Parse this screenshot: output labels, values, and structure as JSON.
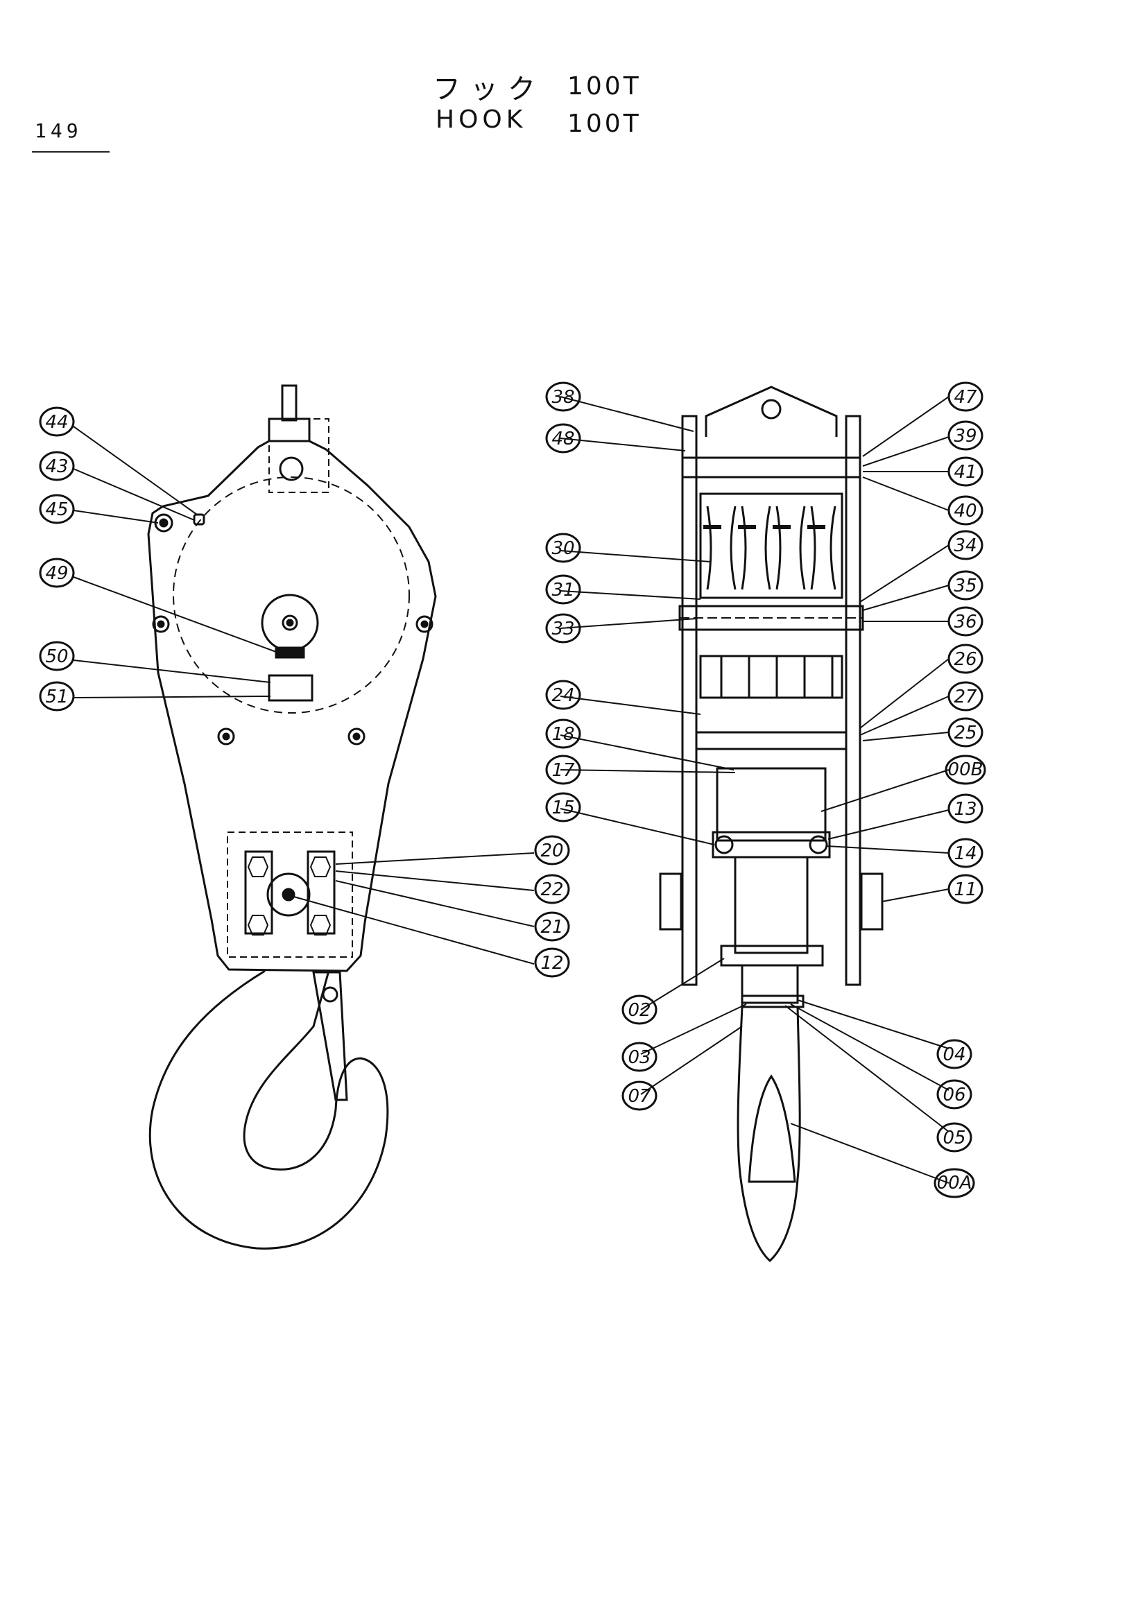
{
  "page_number": "149",
  "title": {
    "japanese": "フック",
    "japanese_capacity": "100T",
    "english": "HOOK",
    "english_capacity": "100T"
  },
  "views": {
    "front": {
      "callouts": [
        "44",
        "43",
        "45",
        "49",
        "50",
        "51",
        "20",
        "22",
        "21",
        "12"
      ]
    },
    "side": {
      "callouts": [
        "38",
        "48",
        "47",
        "39",
        "41",
        "40",
        "30",
        "31",
        "33",
        "34",
        "35",
        "36",
        "26",
        "27",
        "24",
        "25",
        "18",
        "17",
        "00B",
        "15",
        "13",
        "14",
        "11",
        "02",
        "03",
        "04",
        "07",
        "06",
        "05",
        "00A"
      ]
    }
  }
}
